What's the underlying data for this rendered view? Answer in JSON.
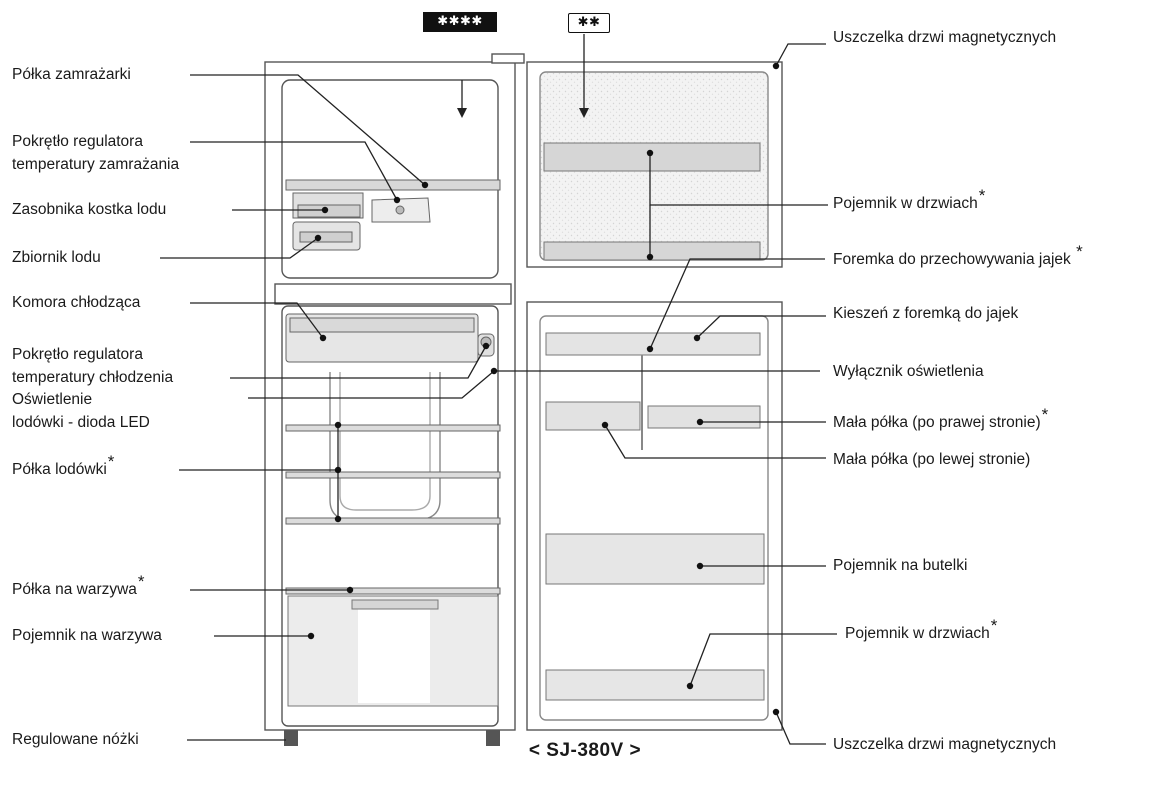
{
  "model": "< SJ-380V >",
  "badges": {
    "freezer": "✱✱✱✱",
    "door": "✱✱"
  },
  "labels": {
    "polka_zamrazarki": "Półka zamrażarki",
    "pokretlo_zamrazania_1": "Pokrętło regulatora",
    "pokretlo_zamrazania_2": "temperatury zamrażania",
    "zasobnika_kostka_lodu": "Zasobnika kostka lodu",
    "zbiornik_lodu": "Zbiornik  lodu",
    "komora_chlodzaca": "Komora chłodząca",
    "pokretlo_chlodzenia_1": "Pokrętło regulatora",
    "pokretlo_chlodzenia_2": "temperatury chłodzenia",
    "oswietlenie_1": "Oświetlenie",
    "oswietlenie_2": "lodówki - dioda LED",
    "polka_lodowki": "Półka lodówki",
    "polka_na_warzywa": "Półka na warzywa",
    "pojemnik_na_warzywa": "Pojemnik na warzywa",
    "regulowane_nozki": "Regulowane nóżki",
    "uszczelka_top": "Uszczelka drzwi magnetycznych",
    "pojemnik_w_drzwiach_top": "Pojemnik w drzwiach",
    "foremka_jajek": "Foremka do przechowywania jajek",
    "kieszen_foremka": "Kieszeń z foremką do jajek",
    "wylacznik_oswietlenia": "Wyłącznik oświetlenia",
    "mala_polka_prawa": "Mała półka (po prawej stronie)",
    "mala_polka_lewa": "Mała półka (po lewej stronie)",
    "pojemnik_na_butelki": "Pojemnik na butelki",
    "pojemnik_w_drzwiach_bottom": "Pojemnik w drzwiach",
    "uszczelka_bottom": "Uszczelka drzwi magnetycznych"
  },
  "asterisk": "*"
}
